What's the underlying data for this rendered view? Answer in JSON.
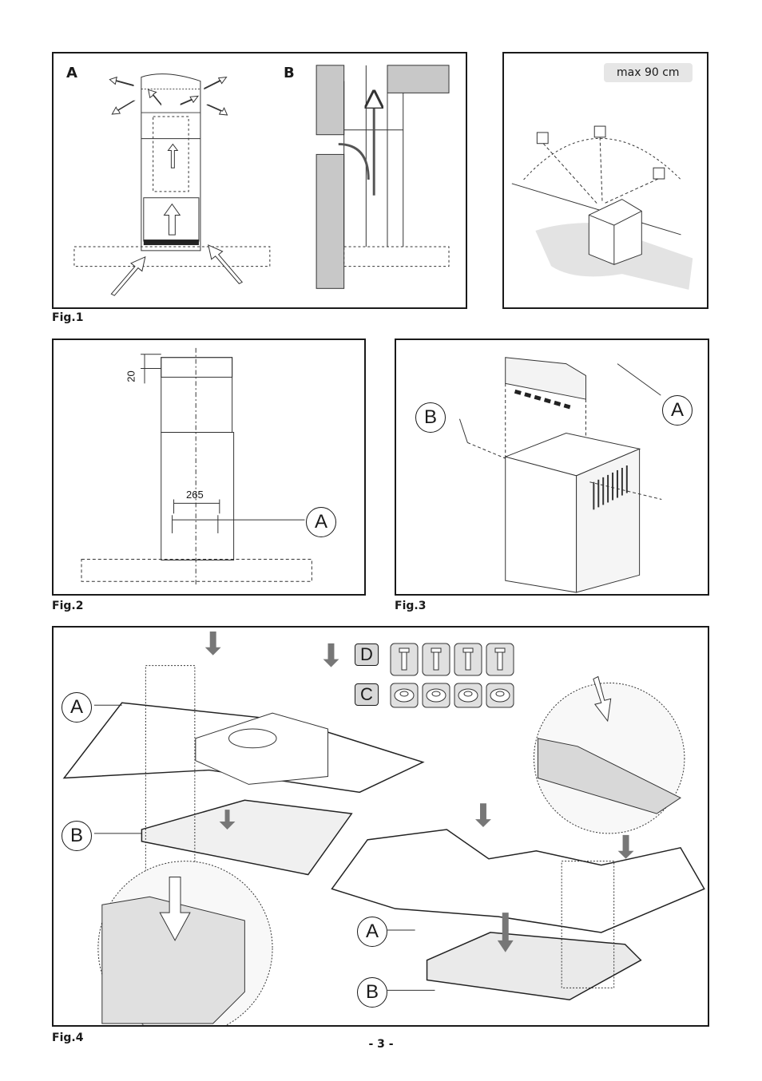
{
  "fig1": {
    "caption": "Fig.1",
    "label_a": "A",
    "label_b": "B"
  },
  "fig_wall": {
    "badge": "max 90 cm"
  },
  "fig2": {
    "caption": "Fig.2",
    "dim_top": "20",
    "dim_width": "265",
    "callout_a": "A"
  },
  "fig3": {
    "caption": "Fig.3",
    "callout_a": "A",
    "callout_b": "B"
  },
  "fig4": {
    "caption": "Fig.4",
    "callout_a1": "A",
    "callout_b1": "B",
    "callout_a2": "A",
    "callout_b2": "B",
    "label_d": "D",
    "label_c": "C"
  },
  "page": {
    "number": "- 3 -"
  }
}
